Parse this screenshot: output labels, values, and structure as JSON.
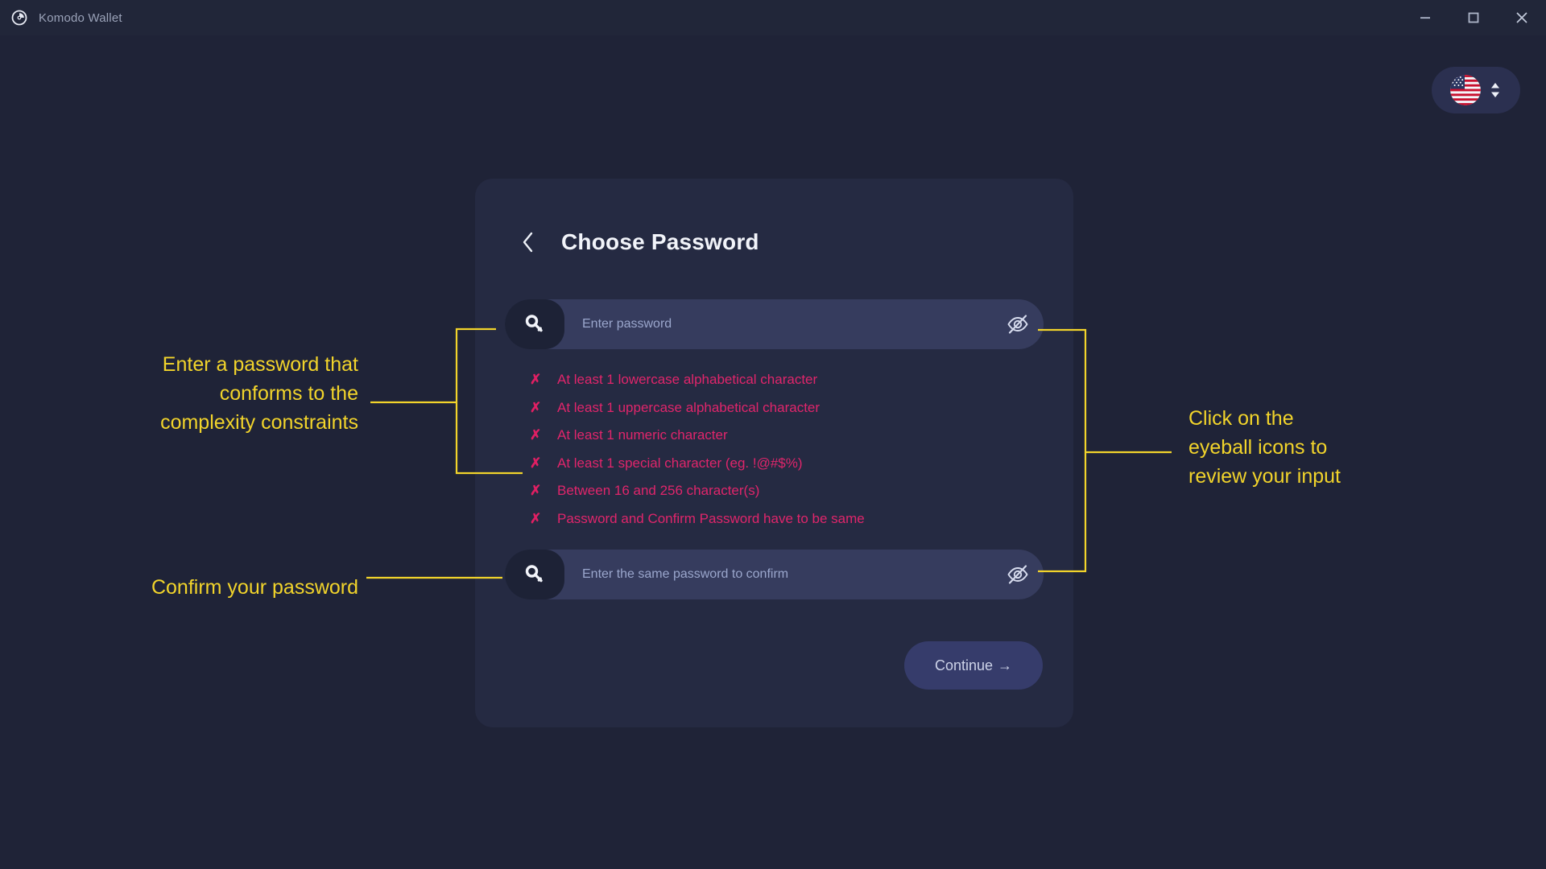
{
  "window": {
    "title": "Komodo Wallet",
    "logo_icon": "komodo-logo-icon",
    "controls": {
      "minimize": "minimize-icon",
      "maximize": "maximize-icon",
      "close": "close-icon"
    }
  },
  "language_selector": {
    "flag": "us-flag-icon",
    "chevrons": "up-down-chevron-icon"
  },
  "card": {
    "back_icon": "chevron-left-icon",
    "title": "Choose Password",
    "password_field": {
      "icon": "key-icon",
      "placeholder": "Enter password",
      "value": "",
      "toggle_icon": "eye-off-icon"
    },
    "confirm_field": {
      "icon": "key-icon",
      "placeholder": "Enter the same password to confirm",
      "value": "",
      "toggle_icon": "eye-off-icon"
    },
    "rules_marker": "✗",
    "rules": [
      "At least 1 lowercase alphabetical character",
      "At least 1 uppercase alphabetical character",
      "At least 1 numeric character",
      "At least 1 special character (eg. !@#$%)",
      "Between 16 and 256 character(s)",
      "Password and Confirm Password have to be same"
    ],
    "continue_label": "Continue",
    "continue_arrow": "→"
  },
  "annotations": {
    "left_top": "Enter a password that\nconforms to the\ncomplexity constraints",
    "left_bottom": "Confirm your password",
    "right": "Click on the\neyeball icons to\nreview your input"
  },
  "colors": {
    "page_background": "#1f2337",
    "card_background": "#252a42",
    "field_background": "#363c5e",
    "field_icon_background": "#1d2236",
    "rule_error": "#e0256b",
    "annotation": "#f2d42b",
    "continue_background": "#363c6b"
  }
}
